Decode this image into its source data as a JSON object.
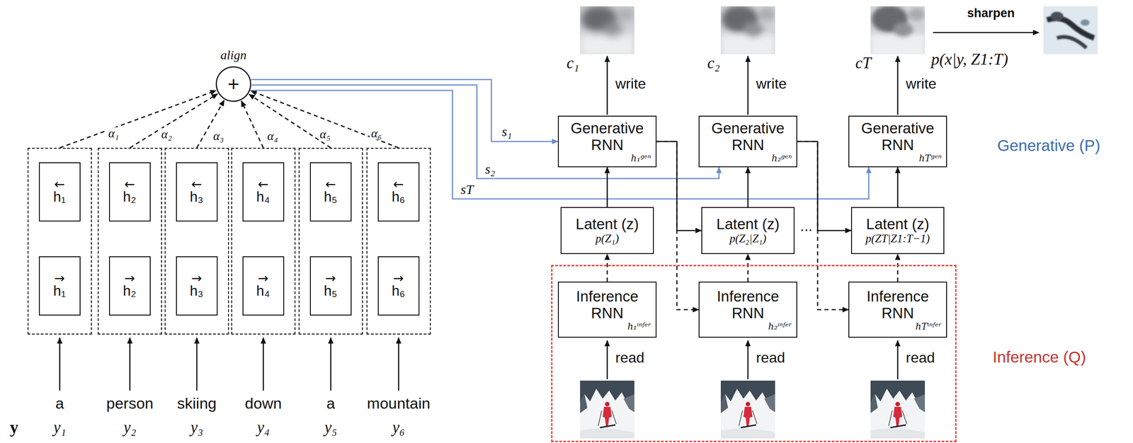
{
  "diagram": {
    "nodes": [
      {
        "text": [
          "align",
          "+"
        ]
      },
      {
        "text": []
      },
      {
        "text": [
          "←",
          "h₁"
        ],
        "in": 1
      },
      {
        "text": [
          "→",
          "h₁"
        ],
        "in": 1
      },
      {
        "text": []
      },
      {
        "text": [
          "←",
          "h₂"
        ],
        "in": 4
      },
      {
        "text": [
          "→",
          "h₂"
        ],
        "in": 4
      },
      {
        "text": []
      },
      {
        "text": [
          "←",
          "h₃"
        ],
        "in": 7
      },
      {
        "text": [
          "→",
          "h₃"
        ],
        "in": 7
      },
      {
        "text": []
      },
      {
        "text": [
          "←",
          "h₄"
        ],
        "in": 10
      },
      {
        "text": [
          "→",
          "h₄"
        ],
        "in": 10
      },
      {
        "text": []
      },
      {
        "text": [
          "←",
          "h₅"
        ],
        "in": 13
      },
      {
        "text": [
          "→",
          "h₅"
        ],
        "in": 13
      },
      {
        "text": []
      },
      {
        "text": [
          "←",
          "h₆"
        ],
        "in": 16
      },
      {
        "text": [
          "→",
          "h₆"
        ],
        "in": 16
      },
      {
        "text": [
          "Generative RNN",
          "h₁ᵍᵉⁿ"
        ]
      },
      {
        "text": [
          "Generative RNN",
          "h₂ᵍᵉⁿ"
        ]
      },
      {
        "text": [
          "Generative RNN",
          "hTᵍᵉⁿ"
        ]
      },
      {
        "text": [
          "Latent (z)",
          "p(Z₁)"
        ]
      },
      {
        "text": [
          "Latent (z)",
          "p(Z₂|Z₁)"
        ]
      },
      {
        "text": [
          "Latent (z)",
          "p(ZT|Z1:T−1)"
        ]
      },
      {
        "text": [
          "Inference (Q)"
        ]
      },
      {
        "text": [
          "Inference RNN",
          "h₁ⁱⁿᶠᵉʳ"
        ],
        "in": 25
      },
      {
        "text": [
          "Inference RNN",
          "h₂ⁱⁿᶠᵉʳ"
        ],
        "in": 25
      },
      {
        "text": [
          "Inference RNN",
          "hTⁱⁿᶠᵉʳ"
        ],
        "in": 25
      }
    ],
    "edges": [
      {
        "from": 1,
        "to": 0,
        "label": "α₁",
        "arrow": "to"
      },
      {
        "from": 4,
        "to": 0,
        "label": "α₂",
        "arrow": "to"
      },
      {
        "from": 7,
        "to": 0,
        "label": "α₃",
        "arrow": "to"
      },
      {
        "from": 10,
        "to": 0,
        "label": "α₄",
        "arrow": "to"
      },
      {
        "from": 13,
        "to": 0,
        "label": "α₅",
        "arrow": "to"
      },
      {
        "from": 16,
        "to": 0,
        "label": "α₆",
        "arrow": "to"
      },
      {
        "from": 0,
        "to": 19,
        "label": "s₁",
        "arrow": "to"
      },
      {
        "from": 0,
        "to": 20,
        "label": "s₂",
        "arrow": "to"
      },
      {
        "from": 0,
        "to": 21,
        "label": "sT",
        "arrow": "to"
      },
      {
        "from": 22,
        "to": 19,
        "arrow": "to"
      },
      {
        "from": 23,
        "to": 20,
        "arrow": "to"
      },
      {
        "from": 24,
        "to": 21,
        "arrow": "to"
      },
      {
        "from": 26,
        "to": 22,
        "arrow": "to"
      },
      {
        "from": 27,
        "to": 23,
        "arrow": "to"
      },
      {
        "from": 28,
        "to": 24,
        "arrow": "to"
      },
      {
        "from": 19,
        "to": 23,
        "arrow": "to"
      },
      {
        "from": 19,
        "to": 27,
        "arrow": "to"
      },
      {
        "from": 20,
        "to": 24,
        "arrow": "to"
      },
      {
        "from": 20,
        "to": 28,
        "arrow": "to"
      }
    ],
    "labels": [
      "write",
      "write",
      "write",
      "read",
      "read",
      "read",
      "c₁",
      "c₂",
      "cT",
      "sharpen",
      "p(x|y, Z1:T)",
      "Generative (P)",
      "...",
      "a",
      "person",
      "skiing",
      "down",
      "a",
      "mountain",
      "y",
      "y₁",
      "y₂",
      "y₃",
      "y₄",
      "y₅",
      "y₆"
    ]
  }
}
